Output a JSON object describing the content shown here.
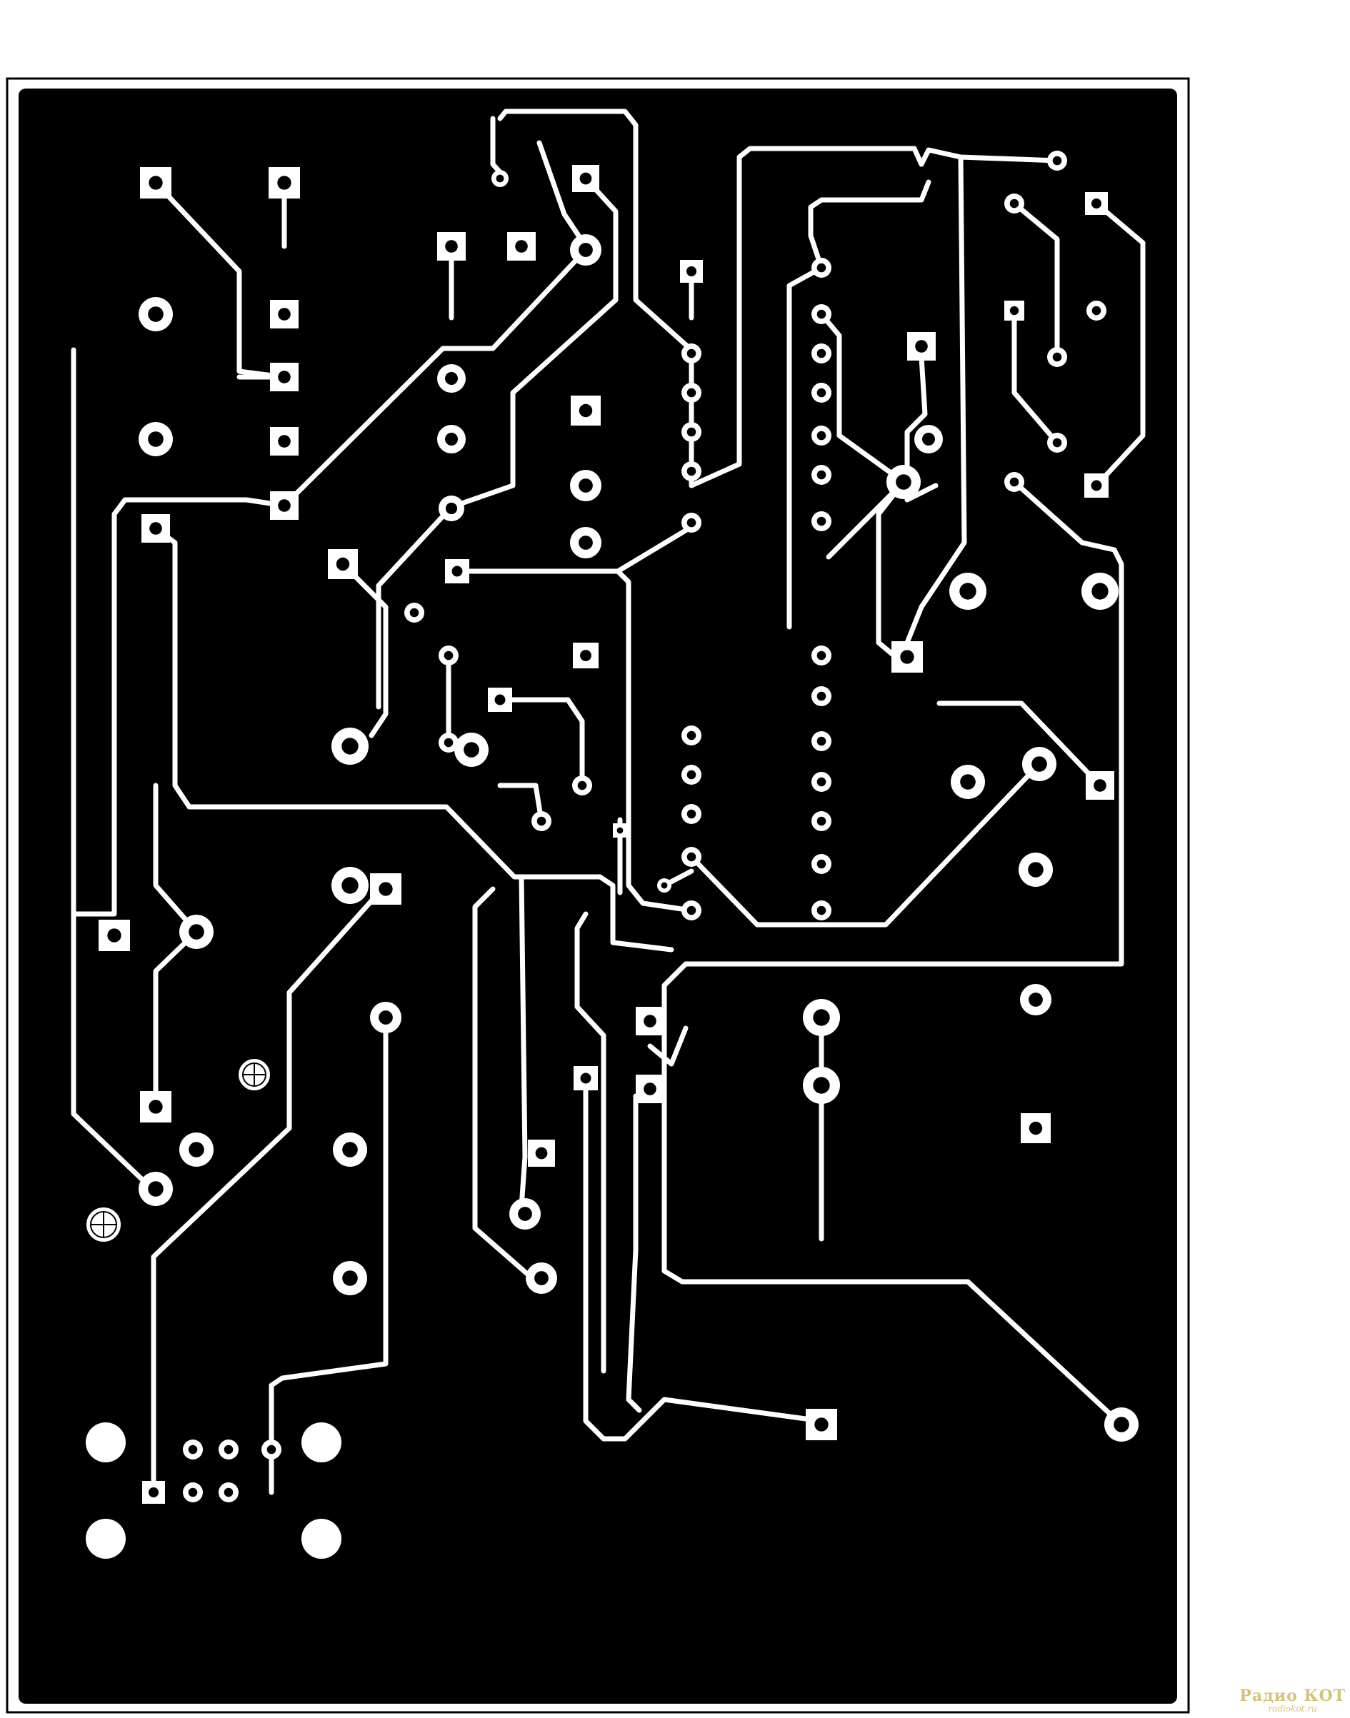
{
  "figure": {
    "kind": "pcb-copper-layer",
    "colors": {
      "background": "#ffffff",
      "copper_fill": "#000000",
      "traces": "#ffffff",
      "outline": "#000000",
      "watermark": "#d6c27a"
    },
    "mounting_marks": 2,
    "connector": "6-pin header with 4 mounting holes (bottom left)"
  },
  "watermark": {
    "text": "Радио КОТ",
    "site": "radiokot.ru"
  }
}
